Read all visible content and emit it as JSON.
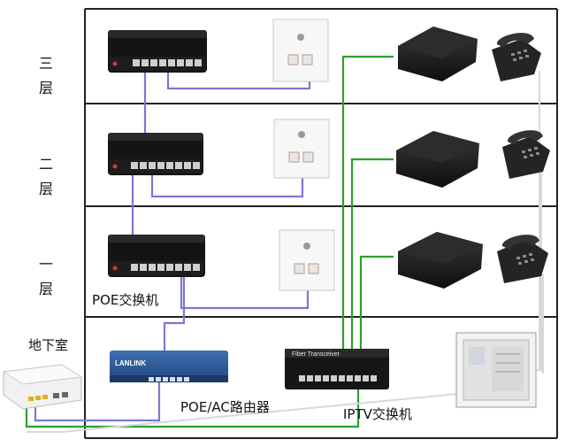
{
  "floors": [
    {
      "label_chars": [
        "三",
        "层"
      ]
    },
    {
      "label_chars": [
        "二",
        "层"
      ]
    },
    {
      "label_chars": [
        "一",
        "层"
      ]
    }
  ],
  "labels": {
    "basement": "地下室",
    "poe_switch": "POE交换机",
    "poe_ac_router": "POE/AC路由器",
    "iptv_switch": "IPTV交换机"
  },
  "device_text": {
    "router_brand": "LANLINK",
    "fiber_transceiver": "Fiber Transceiver"
  },
  "colors": {
    "poe_cable": "#7b78d4",
    "iptv_cable": "#2aa12a",
    "frame": "#222222"
  }
}
